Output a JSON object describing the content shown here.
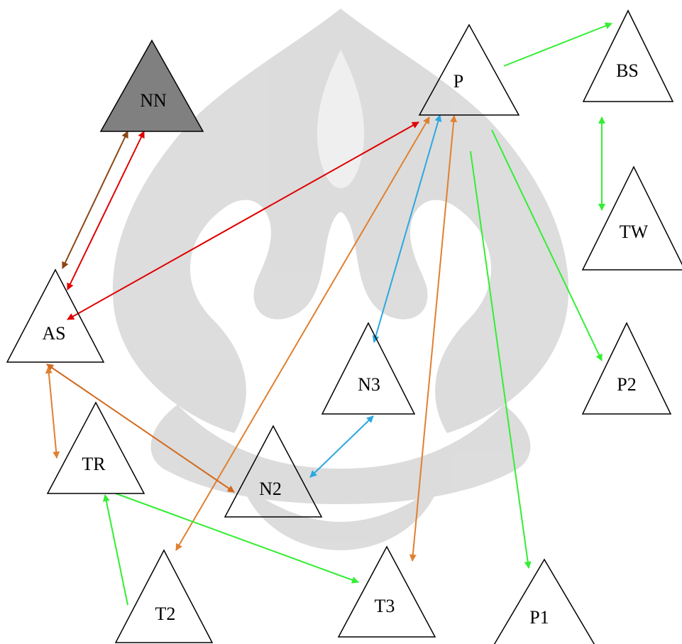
{
  "diagram": {
    "nodes": [
      {
        "id": "NN",
        "label": "NN",
        "shaded": true
      },
      {
        "id": "P",
        "label": "P",
        "shaded": false
      },
      {
        "id": "BS",
        "label": "BS",
        "shaded": false
      },
      {
        "id": "TW",
        "label": "TW",
        "shaded": false
      },
      {
        "id": "AS",
        "label": "AS",
        "shaded": false
      },
      {
        "id": "N3",
        "label": "N3",
        "shaded": false
      },
      {
        "id": "P2",
        "label": "P2",
        "shaded": false
      },
      {
        "id": "TR",
        "label": "TR",
        "shaded": false
      },
      {
        "id": "N2",
        "label": "N2",
        "shaded": false
      },
      {
        "id": "T2",
        "label": "T2",
        "shaded": false
      },
      {
        "id": "T3",
        "label": "T3",
        "shaded": false
      },
      {
        "id": "P1",
        "label": "P1",
        "shaded": false
      }
    ],
    "edges": [
      {
        "from": "AS",
        "to": "NN",
        "color": "#8B4513",
        "directed": "both"
      },
      {
        "from": "AS",
        "to": "NN",
        "color": "#E00000",
        "directed": "both"
      },
      {
        "from": "AS",
        "to": "P",
        "color": "#E00000",
        "directed": "both"
      },
      {
        "from": "P",
        "to": "BS",
        "color": "#33EE33",
        "directed": "to"
      },
      {
        "from": "BS",
        "to": "TW",
        "color": "#33EE33",
        "directed": "both"
      },
      {
        "from": "P",
        "to": "P2",
        "color": "#33EE33",
        "directed": "to"
      },
      {
        "from": "P",
        "to": "P1",
        "color": "#33EE33",
        "directed": "to"
      },
      {
        "from": "P",
        "to": "N3",
        "color": "#2AA8E0",
        "directed": "both"
      },
      {
        "from": "P",
        "to": "T2",
        "color": "#E08030",
        "directed": "both"
      },
      {
        "from": "P",
        "to": "T3",
        "color": "#E08030",
        "directed": "both"
      },
      {
        "from": "N3",
        "to": "N2",
        "color": "#2AA8E0",
        "directed": "both"
      },
      {
        "from": "AS",
        "to": "N2",
        "color": "#D2691E",
        "directed": "both"
      },
      {
        "from": "AS",
        "to": "TR",
        "color": "#E08030",
        "directed": "both"
      },
      {
        "from": "TR",
        "to": "T3",
        "color": "#33EE33",
        "directed": "to"
      },
      {
        "from": "T2",
        "to": "TR",
        "color": "#33EE33",
        "directed": "to"
      }
    ]
  },
  "colors": {
    "watermark": "#D9D9D9",
    "shaded_node": "#808080"
  }
}
